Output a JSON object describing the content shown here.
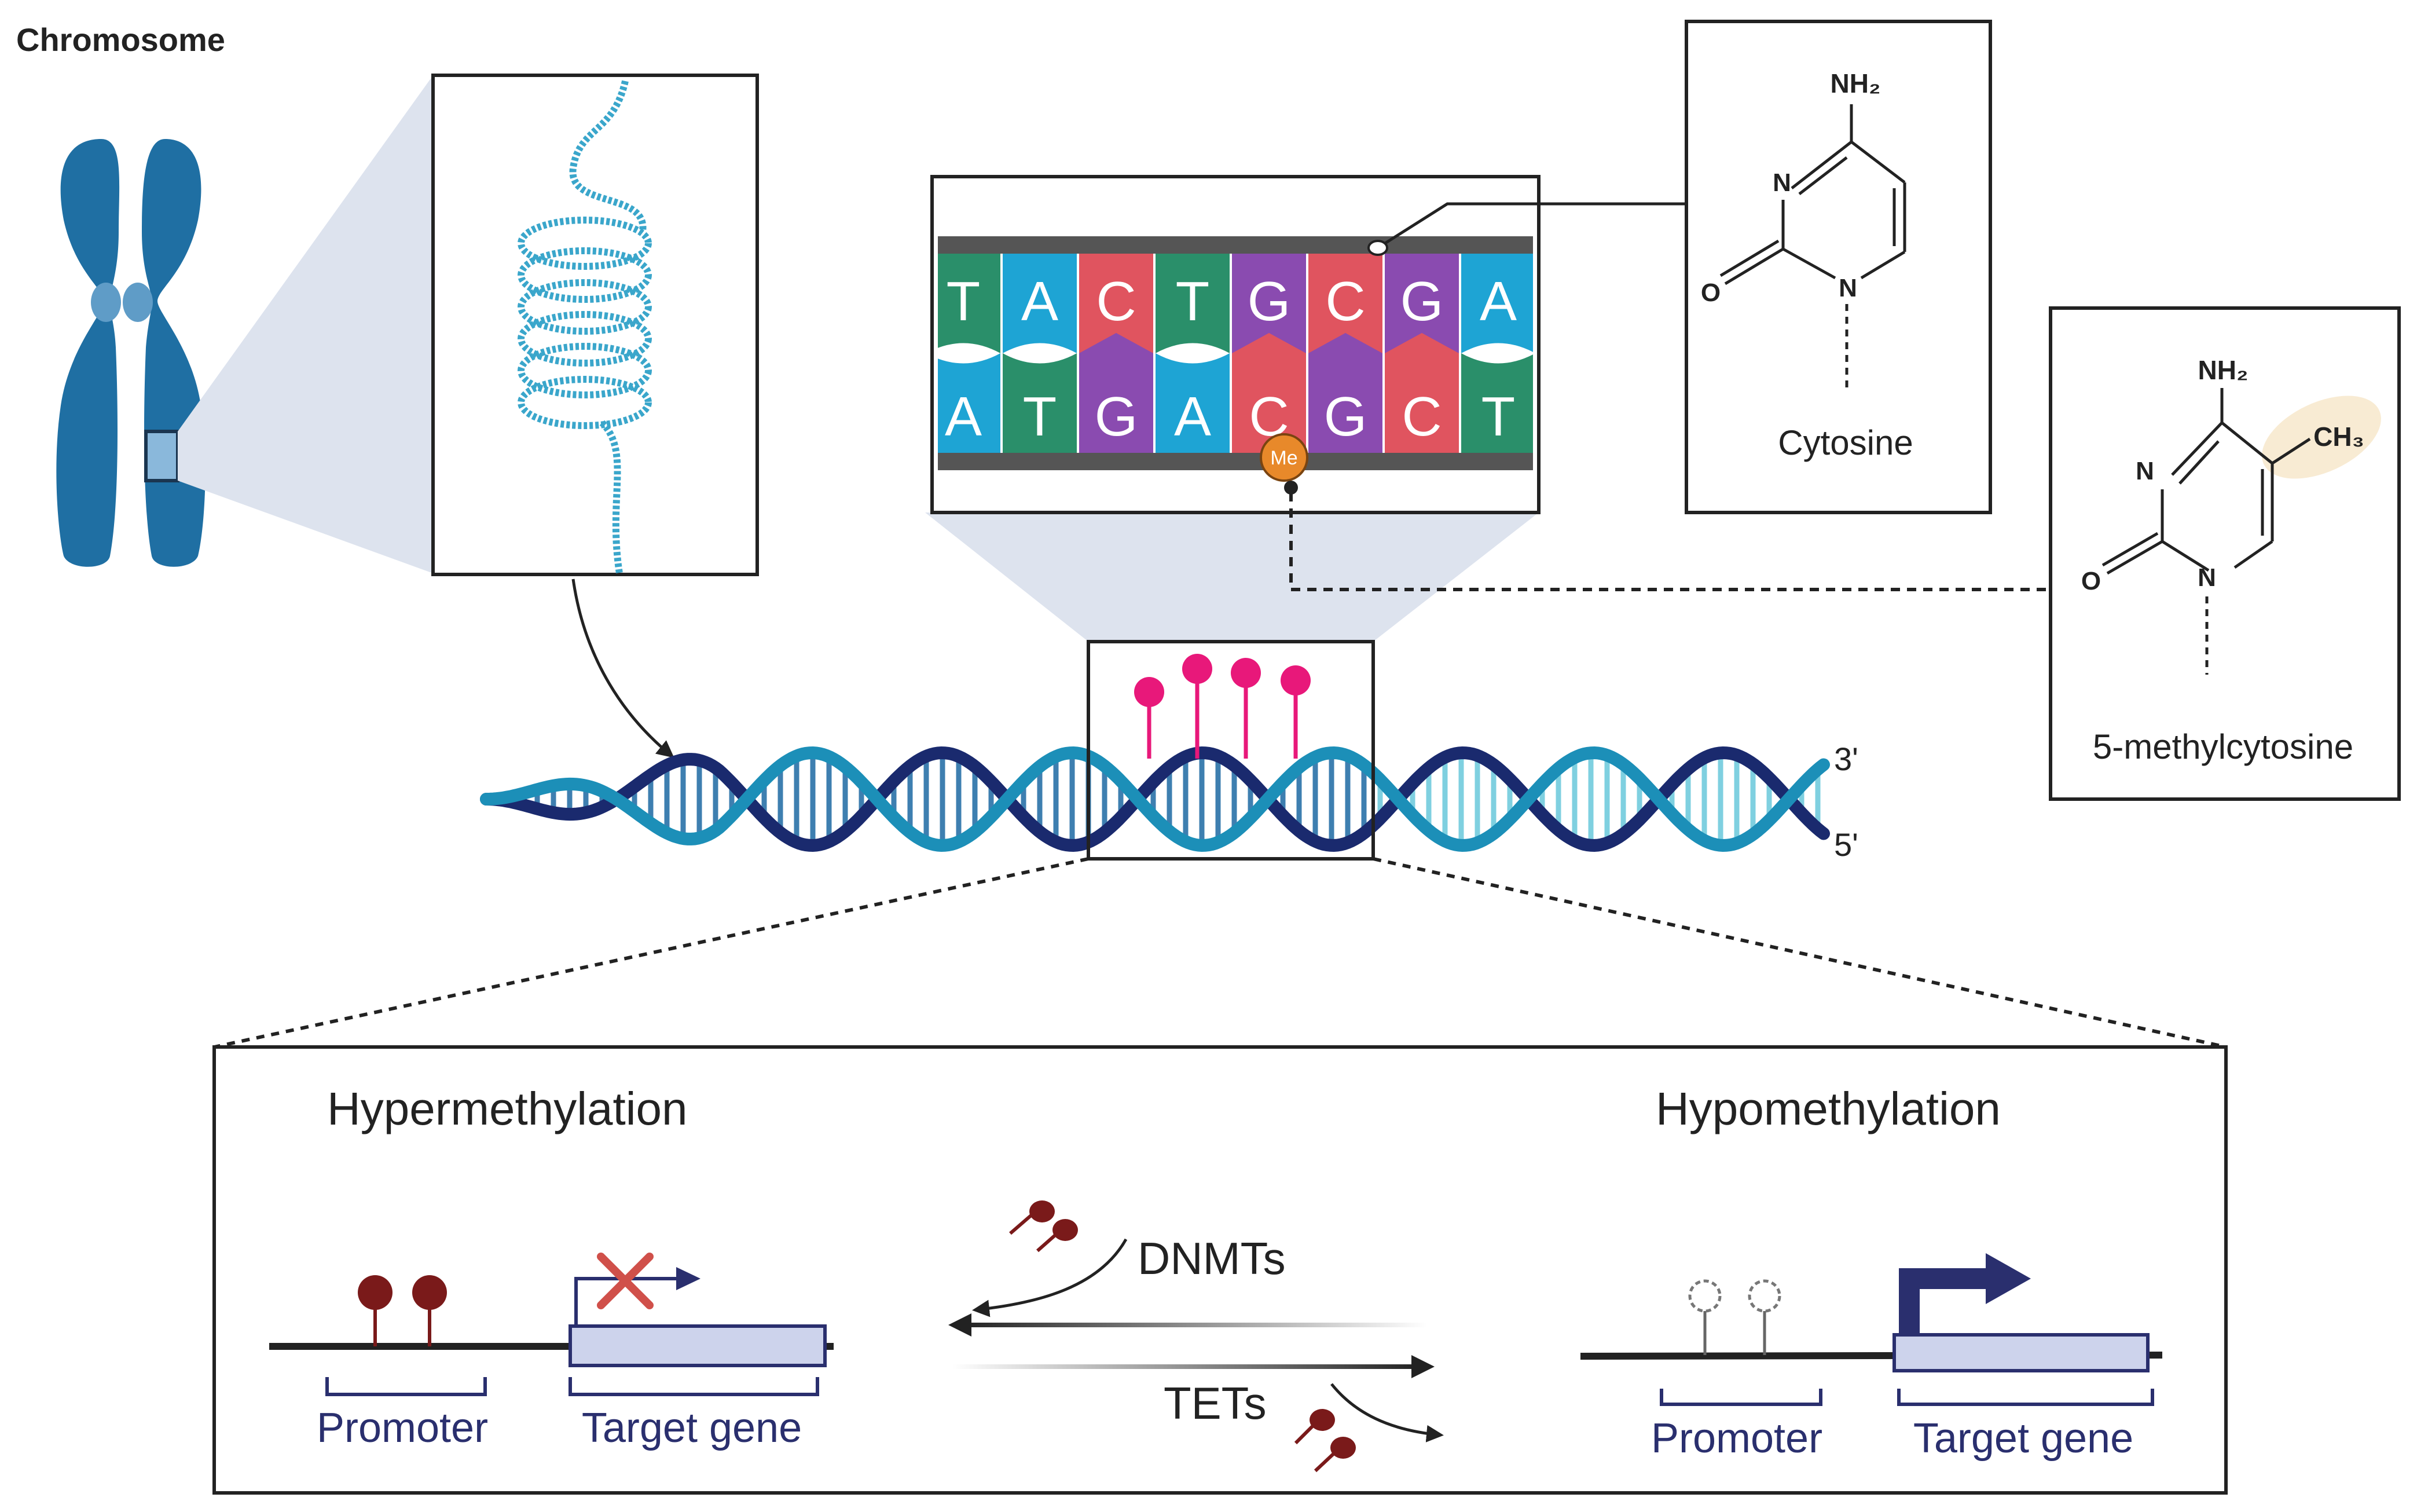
{
  "title": "Chromosome",
  "dna_strip": {
    "top_bases": [
      "T",
      "A",
      "C",
      "T",
      "G",
      "C",
      "G",
      "A"
    ],
    "bottom_bases": [
      "A",
      "T",
      "G",
      "A",
      "C",
      "G",
      "C",
      "T"
    ],
    "methyl_label": "Me"
  },
  "cytosine": {
    "amine": "NH₂",
    "n3": "N",
    "n1": "N",
    "oxygen": "O",
    "name": "Cytosine"
  },
  "methylcytosine": {
    "amine": "NH₂",
    "methyl": "CH₃",
    "n3": "N",
    "n1": "N",
    "oxygen": "O",
    "name": "5-methylcytosine"
  },
  "helix": {
    "end_top": "3'",
    "end_bottom": "5'"
  },
  "panel": {
    "hyper_title": "Hypermethylation",
    "hypo_title": "Hypomethylation",
    "hyper_promoter": "Promoter",
    "hyper_target": "Target gene",
    "hypo_promoter": "Promoter",
    "hypo_target": "Target gene",
    "dnmts": "DNMTs",
    "tets": "TETs"
  },
  "colors": {
    "chromosome": "#1f6fa3",
    "base_T": "#2a8f6a",
    "base_A": "#1ea4d4",
    "base_C": "#e0545f",
    "base_G": "#8a4bb0",
    "methyl_pin": "#e8187a",
    "me_badge": "#e8892a",
    "lollipop": "#7a1a1a",
    "label_blue": "#2a2f6e",
    "gene_box": "#cdd3ec",
    "callout": "#dde3ee"
  }
}
